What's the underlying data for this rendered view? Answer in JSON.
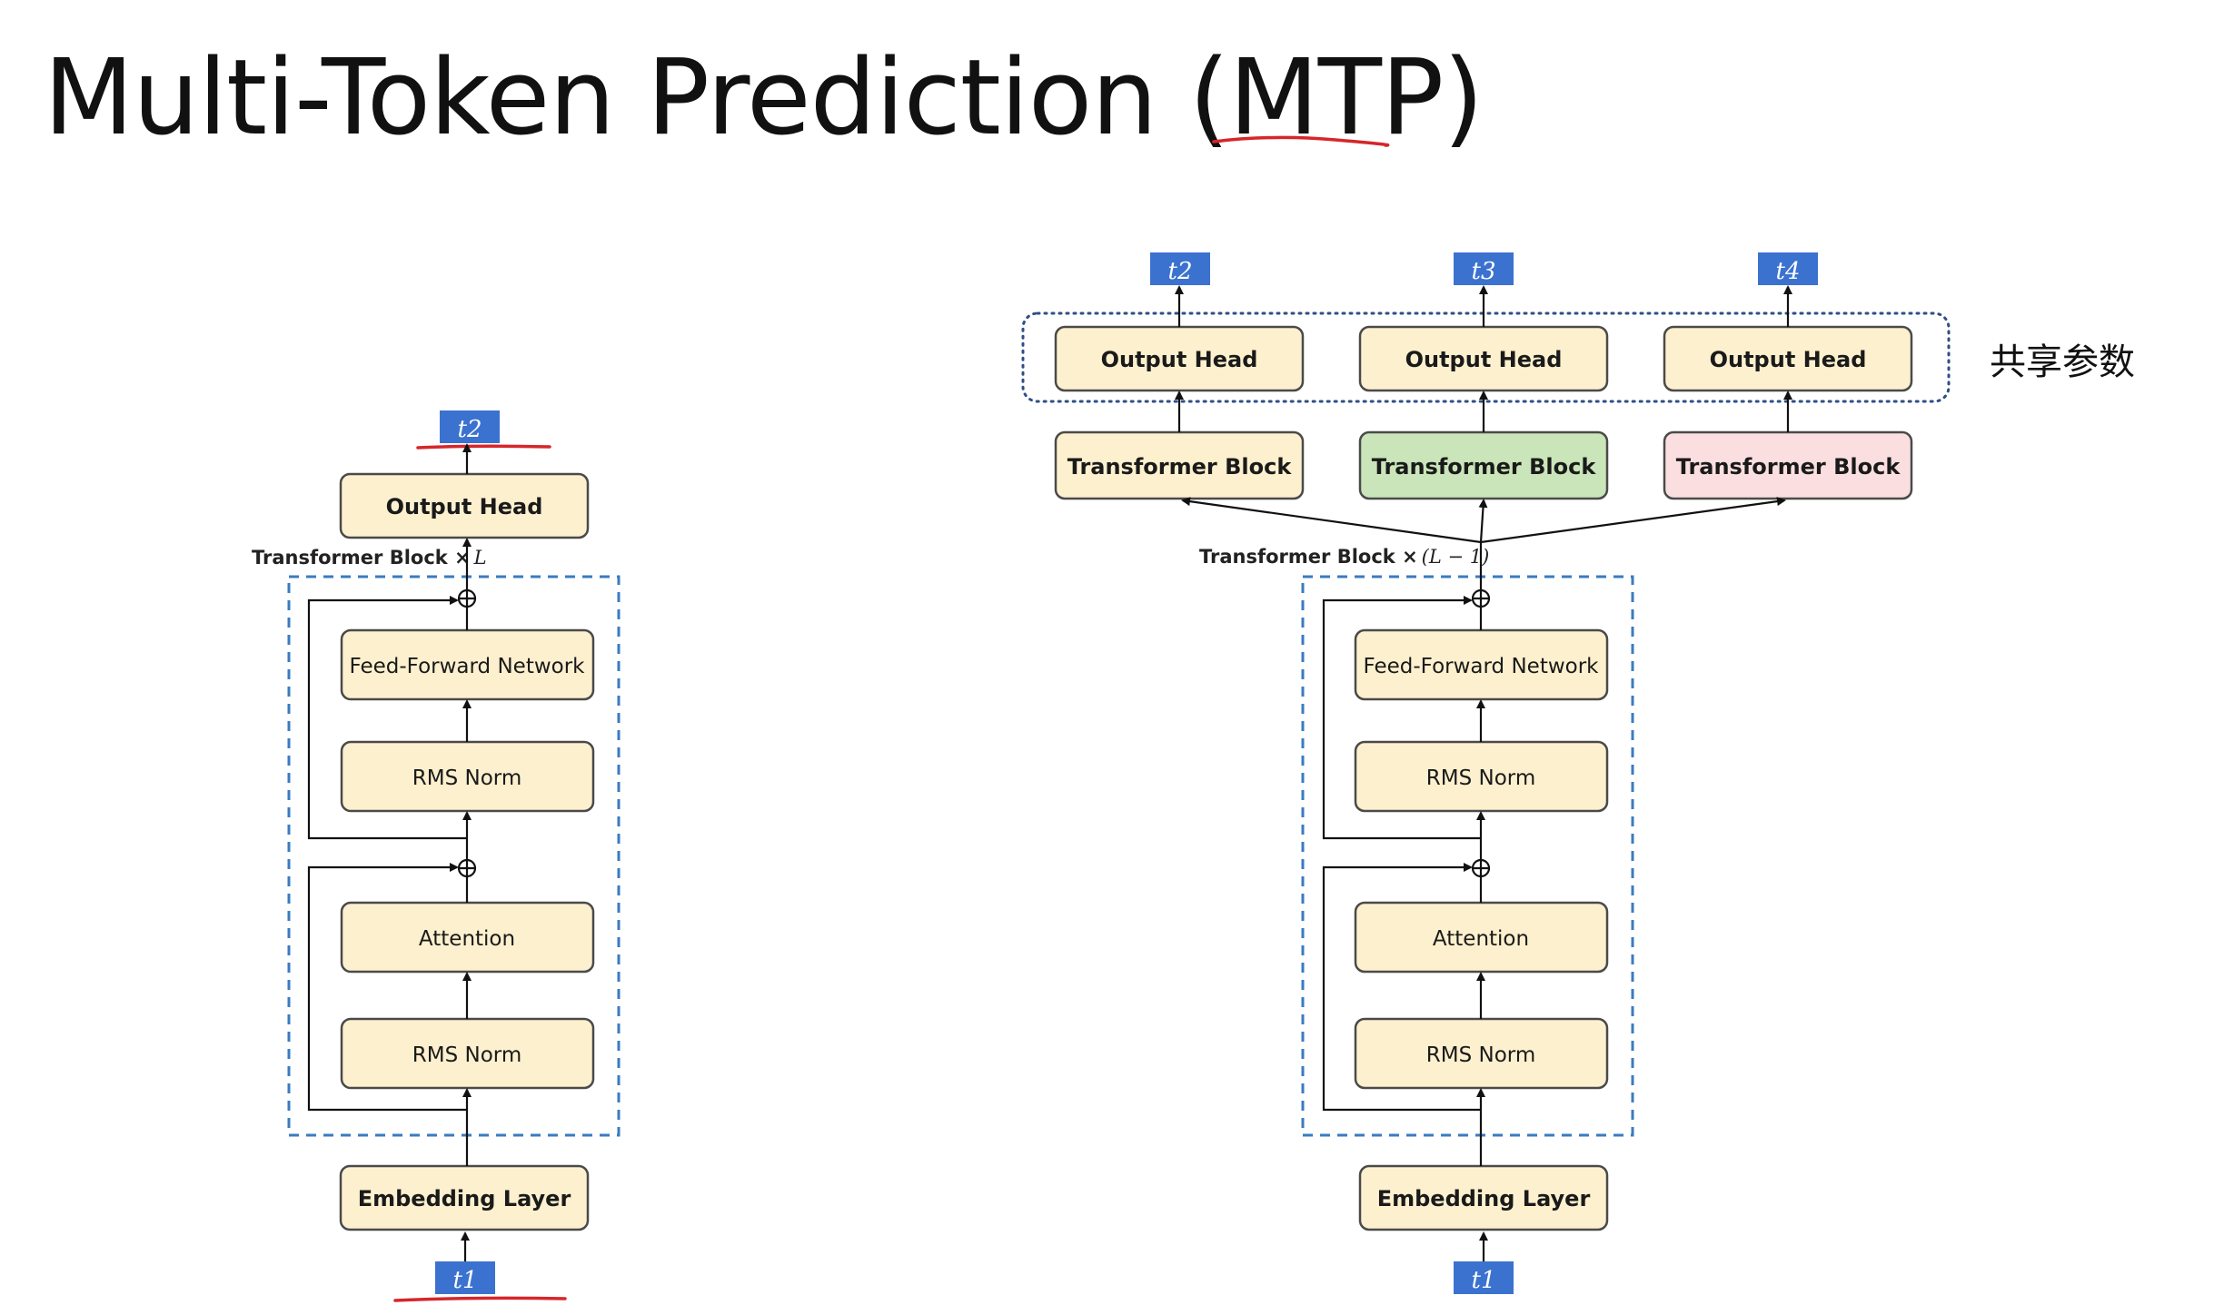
{
  "title": "Multi-Token Prediction (MTP)",
  "colors": {
    "block_fill": "#fdf0ce",
    "green_fill": "#c9e5b9",
    "pink_fill": "#fbdfe0",
    "token_fill": "#3b72cf",
    "dashed_border": "#3a7bc0",
    "annotation_red": "#d6262a"
  },
  "left": {
    "output_token": "t2",
    "output_head": "Output Head",
    "caption_text": "Transformer Block ×",
    "caption_math": "L",
    "ffn": "Feed-Forward Network",
    "norm_top": "RMS Norm",
    "attention": "Attention",
    "norm_bottom": "RMS Norm",
    "embedding": "Embedding Layer",
    "input_token": "t1"
  },
  "right": {
    "output_tokens": [
      "t2",
      "t3",
      "t4"
    ],
    "output_heads": [
      "Output Head",
      "Output Head",
      "Output Head"
    ],
    "transformer_blocks": [
      "Transformer Block",
      "Transformer Block",
      "Transformer Block"
    ],
    "shared_label": "共享参数",
    "caption_text": "Transformer Block ×",
    "caption_math": "(L − 1)",
    "ffn": "Feed-Forward Network",
    "norm_top": "RMS Norm",
    "attention": "Attention",
    "norm_bottom": "RMS Norm",
    "embedding": "Embedding Layer",
    "input_token": "t1"
  }
}
